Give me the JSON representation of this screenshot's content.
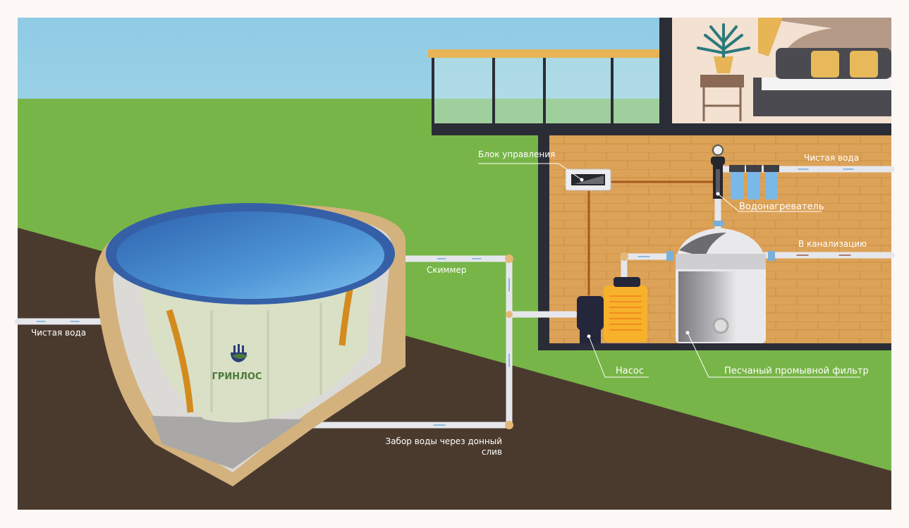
{
  "brand": {
    "logo_text": "ГРИНЛОС"
  },
  "labels": {
    "control_unit": "Блок управления",
    "clean_water_right": "Чистая вода",
    "water_heater": "Водонагреватель",
    "sewer": "В канализацию",
    "skimmer": "Скиммер",
    "clean_water_left": "Чистая вода",
    "pump": "Насос",
    "sand_filter": "Песчаный промывной фильтр",
    "bottom_drain_line1": "Забор воды через донный",
    "bottom_drain_line2": "слив"
  },
  "colors": {
    "sky": "#a9d8ea",
    "grass": "#78b548",
    "soil": "#4a3a2e",
    "brick": "#dca257",
    "frame": "#2b2d36",
    "pool_water": "#3f7fc4",
    "pump_orange": "#f7b12a"
  }
}
